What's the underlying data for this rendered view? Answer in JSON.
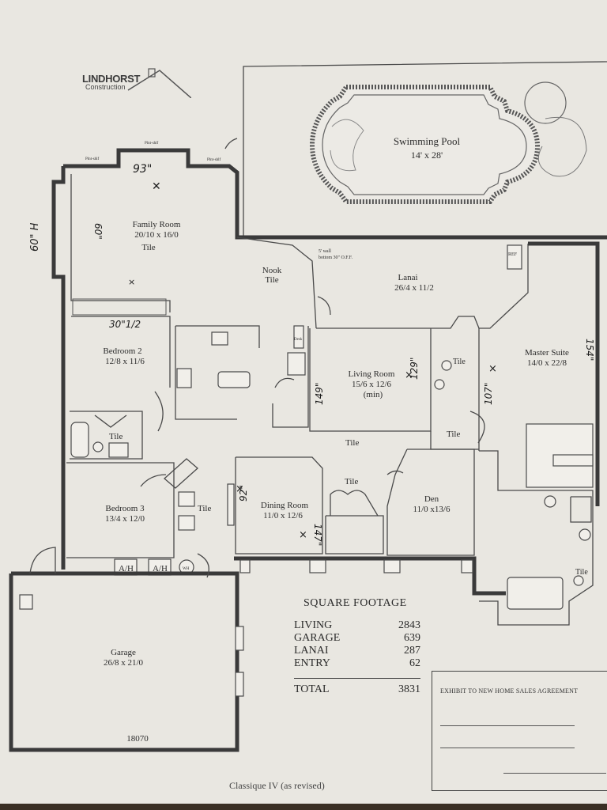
{
  "logo": {
    "name": "LINDHORST",
    "subtitle": "Construction"
  },
  "rooms": {
    "pool": {
      "name": "Swimming Pool",
      "size": "14' x 28'"
    },
    "family": {
      "name": "Family Room",
      "size": "20/10 x 16/0",
      "floor": "Tile"
    },
    "nook": {
      "name": "Nook",
      "floor": "Tile"
    },
    "lanai": {
      "name": "Lanai",
      "size": "26/4 x 11/2"
    },
    "lanai_note1": "5' wall",
    "lanai_note2": "bottom 30\" O.F.F.",
    "bedroom2": {
      "name": "Bedroom 2",
      "size": "12/8 x 11/6"
    },
    "living": {
      "name": "Living Room",
      "size": "15/6 x 12/6",
      "note": "(min)"
    },
    "master": {
      "name": "Master Suite",
      "size": "14/0 x 22/8"
    },
    "bedroom3": {
      "name": "Bedroom 3",
      "size": "13/4 x 12/0"
    },
    "dining": {
      "name": "Dining Room",
      "size": "11/0 x 12/6"
    },
    "den": {
      "name": "Den",
      "size": "11/0 x13/6"
    },
    "garage": {
      "name": "Garage",
      "size": "26/8 x 21/0"
    },
    "plan_id": "18070"
  },
  "small_labels": {
    "tile": "Tile",
    "ah": "A/H",
    "wh": "WH",
    "plant_shelf": "Plnt-shlf",
    "ref": "REF",
    "desk": "Desk"
  },
  "handwritten": {
    "family_width": "93\"",
    "family_window_h": "60\" H",
    "family_window_w": "60\"",
    "bed2": "30\"1/2",
    "living_left": "149\"",
    "living_right": "129\"",
    "master_right": "154\"",
    "master_left": "107\"",
    "dining_left": "92\"",
    "dining_right": "147\""
  },
  "square_footage": {
    "title": "SQUARE FOOTAGE",
    "rows": [
      {
        "label": "LIVING",
        "value": "2843"
      },
      {
        "label": "GARAGE",
        "value": "639"
      },
      {
        "label": "LANAI",
        "value": "287"
      },
      {
        "label": "ENTRY",
        "value": "62"
      }
    ],
    "total_label": "TOTAL",
    "total_value": "3831"
  },
  "exhibit": {
    "title": "EXHIBIT TO NEW HOME SALES AGREEMENT"
  },
  "footer": "Classique IV (as revised)"
}
